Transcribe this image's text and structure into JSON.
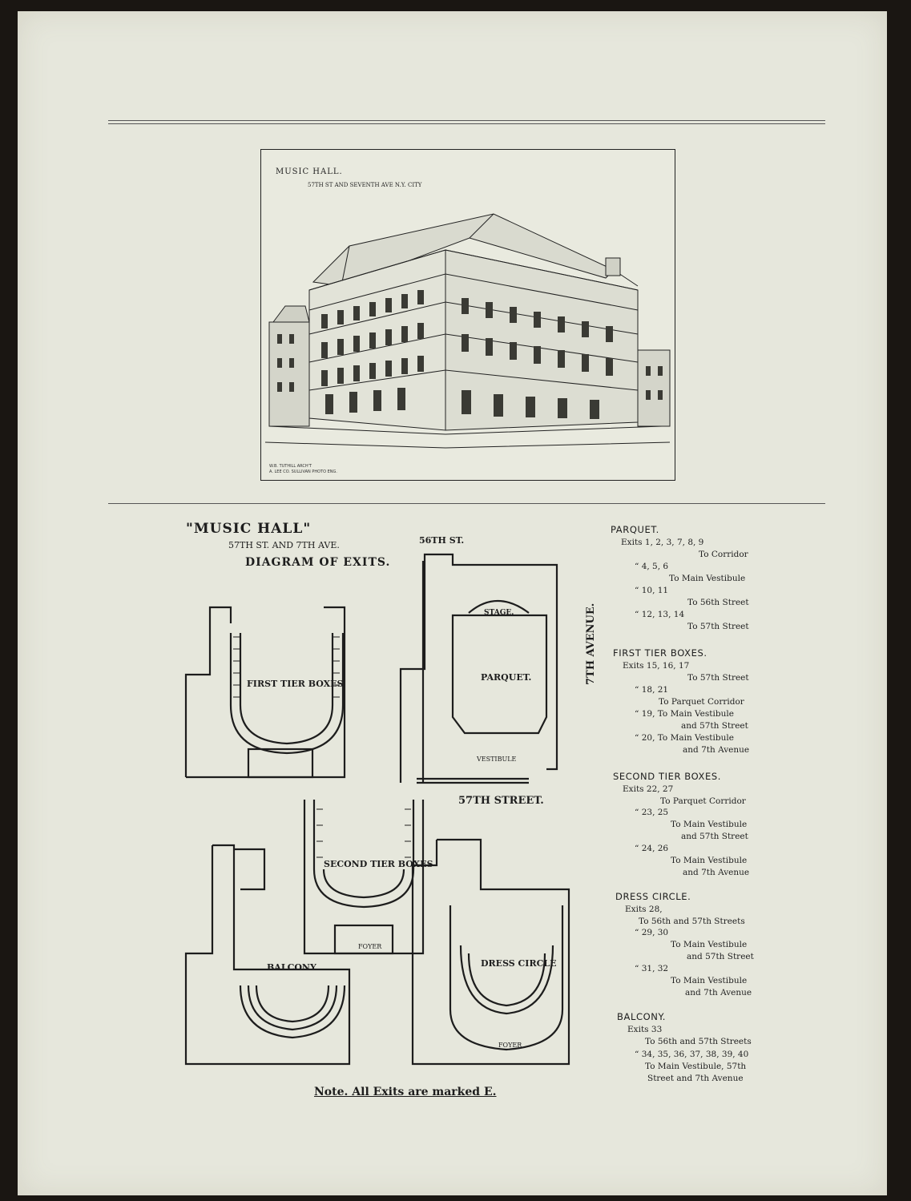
{
  "engraving": {
    "caption": "MUSIC HALL.",
    "subcaption": "57TH ST AND SEVENTH AVE N.Y. CITY",
    "credit_line1": "W.B. TUTHILL ARCH'T",
    "credit_line2": "A. LEE CO. SULLIVAN PHOTO ENG."
  },
  "diagram": {
    "title": "\"MUSIC HALL\"",
    "address": "57TH ST. AND 7TH AVE.",
    "subtitle": "DIAGRAM OF EXITS.",
    "street_top": "56TH ST.",
    "street_bottom": "57TH STREET.",
    "street_side": "7TH AVENUE.",
    "note": "Note. All Exits are marked E.",
    "plans": {
      "first_tier": "FIRST TIER BOXES",
      "parquet": "PARQUET.",
      "stage": "STAGE.",
      "vestibule": "VESTIBULE",
      "second_tier": "SECOND TIER BOXES",
      "foyer": "FOYER",
      "balcony": "BALCONY",
      "dress_circle": "DRESS CIRCLE"
    }
  },
  "exits_legend": {
    "parquet_head": "PARQUET.",
    "parquet_lines": [
      "Exits 1, 2, 3, 7, 8, 9",
      "To Corridor",
      "“ 4, 5, 6",
      "To Main Vestibule",
      "“ 10, 11",
      "To 56th Street",
      "“ 12, 13, 14",
      "To 57th Street"
    ],
    "first_head": "FIRST TIER BOXES.",
    "first_lines": [
      "Exits 15, 16, 17",
      "To 57th Street",
      "“ 18, 21",
      "To Parquet Corridor",
      "“ 19, To Main Vestibule",
      "and 57th Street",
      "“ 20, To Main Vestibule",
      "and 7th Avenue"
    ],
    "second_head": "SECOND TIER BOXES.",
    "second_lines": [
      "Exits 22, 27",
      "To Parquet Corridor",
      "“ 23, 25",
      "To Main Vestibule",
      "and 57th Street",
      "“ 24, 26",
      "To Main Vestibule",
      "and 7th Avenue"
    ],
    "dress_head": "DRESS CIRCLE.",
    "dress_lines": [
      "Exits 28,",
      "To 56th and 57th Streets",
      "“ 29, 30",
      "To Main Vestibule",
      "and 57th Street",
      "“ 31, 32",
      "To Main Vestibule",
      "and 7th Avenue"
    ],
    "balcony_head": "BALCONY.",
    "balcony_lines": [
      "Exits 33",
      "To 56th and 57th Streets",
      "“ 34, 35, 36, 37, 38, 39, 40",
      "To Main Vestibule, 57th",
      "Street and 7th Avenue"
    ]
  }
}
